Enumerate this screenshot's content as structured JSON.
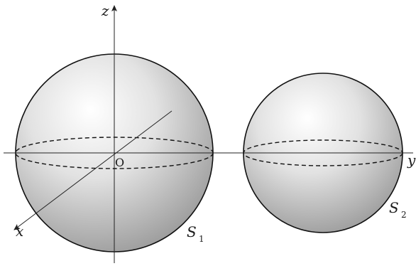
{
  "figure": {
    "axes": {
      "z_label": "z",
      "y_label": "y",
      "x_label": "x",
      "origin_label": "O"
    },
    "spheres": [
      {
        "id": "S1",
        "label_main": "S",
        "label_sub": "1"
      },
      {
        "id": "S2",
        "label_main": "S",
        "label_sub": "2"
      }
    ],
    "colors": {
      "sphere_highlight": "#ffffff",
      "sphere_mid": "#e0e0e0",
      "sphere_shadow": "#9a9a9a",
      "outline": "#111111",
      "axis": "#222222"
    }
  }
}
